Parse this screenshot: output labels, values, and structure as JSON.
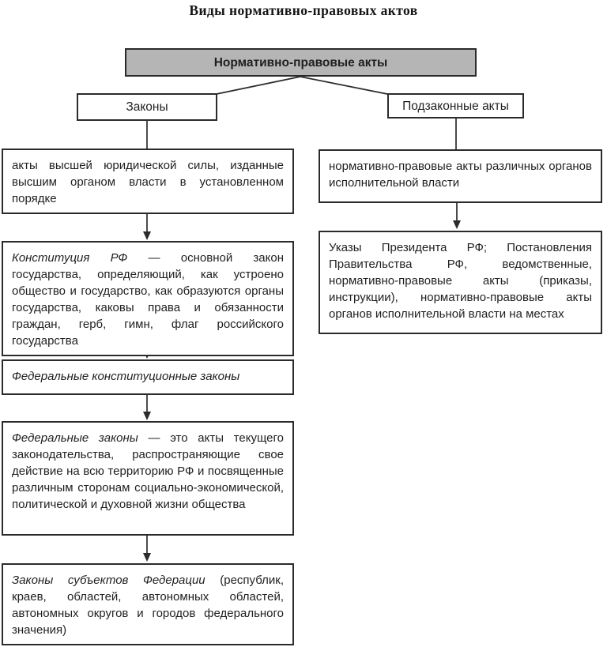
{
  "title": "Виды нормативно-правовых актов",
  "colors": {
    "root_box_fill": "#b5b5b5",
    "line": "#2b2b2b",
    "text": "#1f1f1f",
    "background": "#ffffff"
  },
  "diagram": {
    "root": {
      "label": "Нормативно-правовые акты"
    },
    "branches": {
      "laws": {
        "label": "Законы"
      },
      "bylaws": {
        "label": "Подзаконные акты"
      }
    },
    "laws_chain": [
      {
        "term": "",
        "text": "акты высшей юридической силы, изданные высшим органом власти в установленном порядке"
      },
      {
        "term": "Конституция РФ",
        "text": " — основной закон государства, определяющий, как устроено общество и государство, как образуются органы государства, каковы права и обязанности граждан, герб, гимн, флаг российского государства"
      },
      {
        "term": "Федеральные конституционные законы",
        "text": ""
      },
      {
        "term": "Федеральные законы",
        "text": " — это акты текущего законодательства, распространяющие свое действие на всю территорию РФ и посвященные различным сторонам социально-экономической, политической и духовной жизни общества"
      },
      {
        "term": "Законы субъектов Федерации",
        "text": " (республик, краев, областей, автономных областей, автономных округов и городов федерального значения)"
      }
    ],
    "bylaws_chain": [
      {
        "term": "",
        "text": "нормативно-правовые акты различных органов исполнительной власти"
      },
      {
        "term": "",
        "text": "Указы Президента РФ; Постановления Правительства РФ, ведомственные, нормативно-правовые акты (приказы, инструкции), нормативно-правовые акты органов исполнительной власти на местах"
      }
    ]
  }
}
